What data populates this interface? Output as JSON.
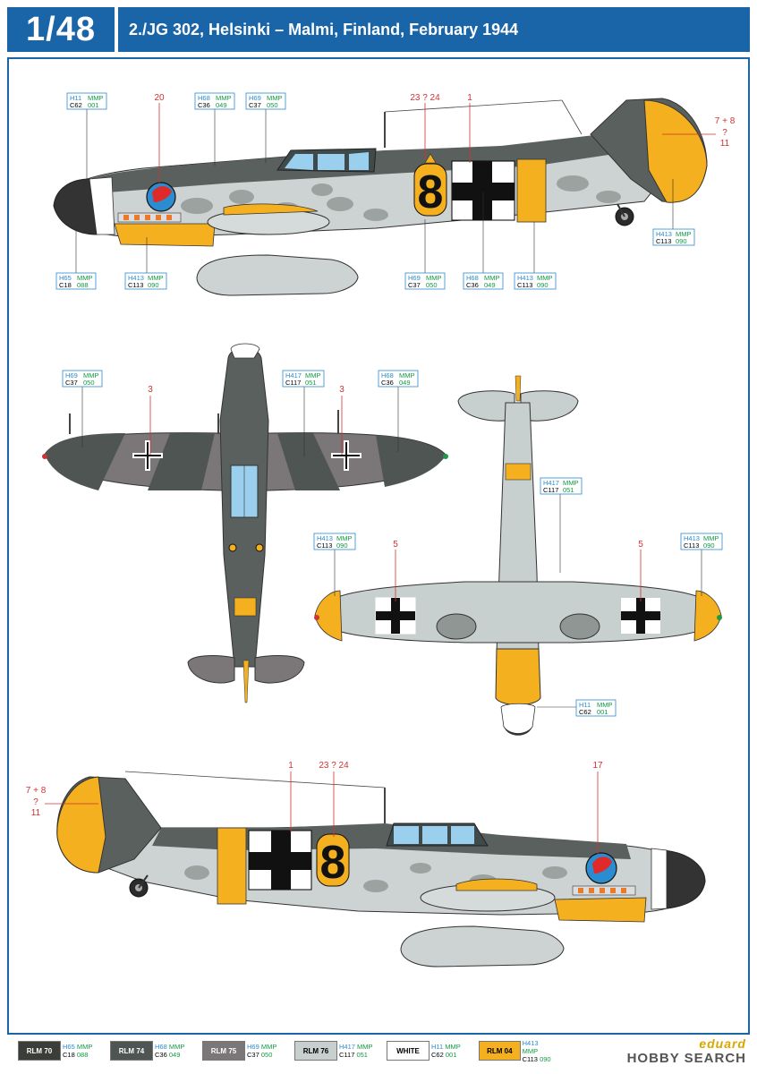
{
  "header": {
    "scale": "1/48",
    "title": "2./JG 302, Helsinki – Malmi, Finland, February 1944"
  },
  "codes": {
    "h11": "H11",
    "c62": "C62",
    "v001": "001",
    "h68": "H68",
    "c36": "C36",
    "v049": "049",
    "h69": "H69",
    "c37": "C37",
    "v050": "050",
    "h65": "H65",
    "c18": "C18",
    "v088": "088",
    "h413": "H413",
    "c113": "C113",
    "v090": "090",
    "h417": "H417",
    "c117": "C117",
    "v051": "051",
    "mmp": "MMP"
  },
  "callouts": {
    "n20": "20",
    "n23q24": "23 ? 24",
    "n1": "1",
    "n7p8": "7 + 8",
    "q": "?",
    "n11": "11",
    "n3": "3",
    "n5": "5",
    "n17": "17"
  },
  "fuselage_code": "8",
  "legend": [
    {
      "name": "RLM 70",
      "h": "H65",
      "mmp": "MMP",
      "c": "C18",
      "v": "088",
      "bg": "#3a3d38",
      "fg": "#ffffff"
    },
    {
      "name": "RLM 74",
      "h": "H68",
      "mmp": "MMP",
      "c": "C36",
      "v": "049",
      "bg": "#4f5553",
      "fg": "#ffffff"
    },
    {
      "name": "RLM 75",
      "h": "H69",
      "mmp": "MMP",
      "c": "C37",
      "v": "050",
      "bg": "#7b7677",
      "fg": "#ffffff"
    },
    {
      "name": "RLM 76",
      "h": "H417",
      "mmp": "MMP",
      "c": "C117",
      "v": "051",
      "bg": "#c8d0cf",
      "fg": "#000000"
    },
    {
      "name": "WHITE",
      "h": "H11",
      "mmp": "MMP",
      "c": "C62",
      "v": "001",
      "bg": "#ffffff",
      "fg": "#000000"
    },
    {
      "name": "RLM 04",
      "h": "H413",
      "mmp": "MMP",
      "c": "C113",
      "v": "090",
      "bg": "#f4b01e",
      "fg": "#000000"
    }
  ],
  "brand": {
    "line1": "eduard",
    "line2": "HOBBY SEARCH"
  },
  "colors": {
    "blue": "#1a64a8",
    "rlm70": "#3a3d38",
    "rlm74": "#4f5553",
    "rlm75": "#7b7677",
    "rlm76": "#c8d0cf",
    "rlm04": "#f4b01e",
    "red": "#d23232"
  }
}
